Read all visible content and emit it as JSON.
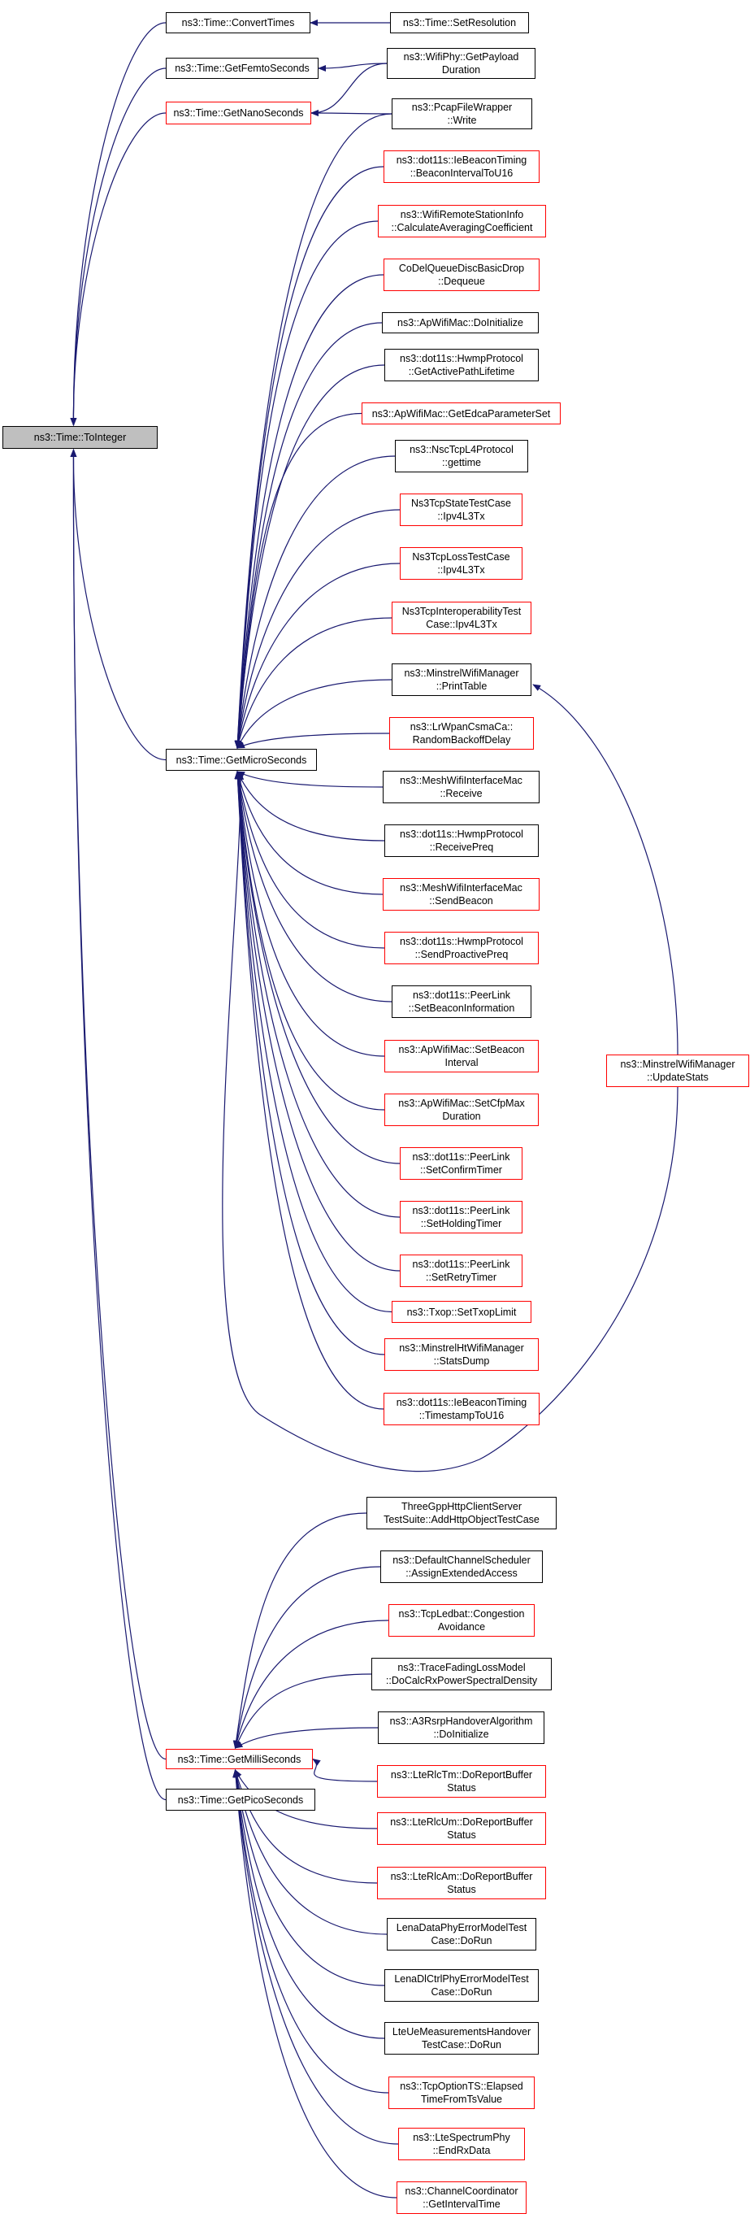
{
  "graph": {
    "edge_color": "#191970",
    "border_colors": {
      "documented": "#000000",
      "truncated": "#ff0000"
    },
    "focus_fill": "#bfbfbf",
    "nodes": [
      {
        "id": "tointeger",
        "lines": [
          "ns3::Time::ToInteger"
        ],
        "style": "focus"
      },
      {
        "id": "convert",
        "lines": [
          "ns3::Time::ConvertTimes"
        ],
        "style": "black"
      },
      {
        "id": "femto",
        "lines": [
          "ns3::Time::GetFemtoSeconds"
        ],
        "style": "black"
      },
      {
        "id": "nano",
        "lines": [
          "ns3::Time::GetNanoSeconds"
        ],
        "style": "red"
      },
      {
        "id": "micro",
        "lines": [
          "ns3::Time::GetMicroSeconds"
        ],
        "style": "black"
      },
      {
        "id": "milli",
        "lines": [
          "ns3::Time::GetMilliSeconds"
        ],
        "style": "red"
      },
      {
        "id": "pico",
        "lines": [
          "ns3::Time::GetPicoSeconds"
        ],
        "style": "black"
      },
      {
        "id": "setres",
        "lines": [
          "ns3::Time::SetResolution"
        ],
        "style": "black"
      },
      {
        "id": "wifiphy",
        "lines": [
          "ns3::WifiPhy::GetPayload",
          "Duration"
        ],
        "style": "black"
      },
      {
        "id": "pcap",
        "lines": [
          "ns3::PcapFileWrapper",
          "::Write"
        ],
        "style": "black"
      },
      {
        "id": "m1",
        "lines": [
          "ns3::dot11s::IeBeaconTiming",
          "::BeaconIntervalToU16"
        ],
        "style": "red"
      },
      {
        "id": "m2",
        "lines": [
          "ns3::WifiRemoteStationInfo",
          "::CalculateAveragingCoefficient"
        ],
        "style": "red"
      },
      {
        "id": "m3",
        "lines": [
          "CoDelQueueDiscBasicDrop",
          "::Dequeue"
        ],
        "style": "red"
      },
      {
        "id": "m4",
        "lines": [
          "ns3::ApWifiMac::DoInitialize"
        ],
        "style": "black"
      },
      {
        "id": "m5",
        "lines": [
          "ns3::dot11s::HwmpProtocol",
          "::GetActivePathLifetime"
        ],
        "style": "black"
      },
      {
        "id": "m6",
        "lines": [
          "ns3::ApWifiMac::GetEdcaParameterSet"
        ],
        "style": "red"
      },
      {
        "id": "m7",
        "lines": [
          "ns3::NscTcpL4Protocol",
          "::gettime"
        ],
        "style": "black"
      },
      {
        "id": "m8",
        "lines": [
          "Ns3TcpStateTestCase",
          "::Ipv4L3Tx"
        ],
        "style": "red"
      },
      {
        "id": "m9",
        "lines": [
          "Ns3TcpLossTestCase",
          "::Ipv4L3Tx"
        ],
        "style": "red"
      },
      {
        "id": "m10",
        "lines": [
          "Ns3TcpInteroperabilityTest",
          "Case::Ipv4L3Tx"
        ],
        "style": "red"
      },
      {
        "id": "m11",
        "lines": [
          "ns3::MinstrelWifiManager",
          "::PrintTable"
        ],
        "style": "black"
      },
      {
        "id": "m12",
        "lines": [
          "ns3::LrWpanCsmaCa::",
          "RandomBackoffDelay"
        ],
        "style": "red"
      },
      {
        "id": "m13",
        "lines": [
          "ns3::MeshWifiInterfaceMac",
          "::Receive"
        ],
        "style": "black"
      },
      {
        "id": "m14",
        "lines": [
          "ns3::dot11s::HwmpProtocol",
          "::ReceivePreq"
        ],
        "style": "black"
      },
      {
        "id": "m15",
        "lines": [
          "ns3::MeshWifiInterfaceMac",
          "::SendBeacon"
        ],
        "style": "red"
      },
      {
        "id": "m16",
        "lines": [
          "ns3::dot11s::HwmpProtocol",
          "::SendProactivePreq"
        ],
        "style": "red"
      },
      {
        "id": "m17",
        "lines": [
          "ns3::dot11s::PeerLink",
          "::SetBeaconInformation"
        ],
        "style": "black"
      },
      {
        "id": "m18",
        "lines": [
          "ns3::ApWifiMac::SetBeacon",
          "Interval"
        ],
        "style": "red"
      },
      {
        "id": "m19",
        "lines": [
          "ns3::ApWifiMac::SetCfpMax",
          "Duration"
        ],
        "style": "red"
      },
      {
        "id": "m20",
        "lines": [
          "ns3::dot11s::PeerLink",
          "::SetConfirmTimer"
        ],
        "style": "red"
      },
      {
        "id": "m21",
        "lines": [
          "ns3::dot11s::PeerLink",
          "::SetHoldingTimer"
        ],
        "style": "red"
      },
      {
        "id": "m22",
        "lines": [
          "ns3::dot11s::PeerLink",
          "::SetRetryTimer"
        ],
        "style": "red"
      },
      {
        "id": "m23",
        "lines": [
          "ns3::Txop::SetTxopLimit"
        ],
        "style": "red"
      },
      {
        "id": "m24",
        "lines": [
          "ns3::MinstrelHtWifiManager",
          "::StatsDump"
        ],
        "style": "red"
      },
      {
        "id": "m25",
        "lines": [
          "ns3::dot11s::IeBeaconTiming",
          "::TimestampToU16"
        ],
        "style": "red"
      },
      {
        "id": "update",
        "lines": [
          "ns3::MinstrelWifiManager",
          "::UpdateStats"
        ],
        "style": "red"
      },
      {
        "id": "l1",
        "lines": [
          "ThreeGppHttpClientServer",
          "TestSuite::AddHttpObjectTestCase"
        ],
        "style": "black"
      },
      {
        "id": "l2",
        "lines": [
          "ns3::DefaultChannelScheduler",
          "::AssignExtendedAccess"
        ],
        "style": "black"
      },
      {
        "id": "l3",
        "lines": [
          "ns3::TcpLedbat::Congestion",
          "Avoidance"
        ],
        "style": "red"
      },
      {
        "id": "l4",
        "lines": [
          "ns3::TraceFadingLossModel",
          "::DoCalcRxPowerSpectralDensity"
        ],
        "style": "black"
      },
      {
        "id": "l5",
        "lines": [
          "ns3::A3RsrpHandoverAlgorithm",
          "::DoInitialize"
        ],
        "style": "black"
      },
      {
        "id": "l6",
        "lines": [
          "ns3::LteRlcTm::DoReportBuffer",
          "Status"
        ],
        "style": "red"
      },
      {
        "id": "l7",
        "lines": [
          "ns3::LteRlcUm::DoReportBuffer",
          "Status"
        ],
        "style": "red"
      },
      {
        "id": "l8",
        "lines": [
          "ns3::LteRlcAm::DoReportBuffer",
          "Status"
        ],
        "style": "red"
      },
      {
        "id": "l9",
        "lines": [
          "LenaDataPhyErrorModelTest",
          "Case::DoRun"
        ],
        "style": "black"
      },
      {
        "id": "l10",
        "lines": [
          "LenaDlCtrlPhyErrorModelTest",
          "Case::DoRun"
        ],
        "style": "black"
      },
      {
        "id": "l11",
        "lines": [
          "LteUeMeasurementsHandover",
          "TestCase::DoRun"
        ],
        "style": "black"
      },
      {
        "id": "l12",
        "lines": [
          "ns3::TcpOptionTS::Elapsed",
          "TimeFromTsValue"
        ],
        "style": "red"
      },
      {
        "id": "l13",
        "lines": [
          "ns3::LteSpectrumPhy",
          "::EndRxData"
        ],
        "style": "red"
      },
      {
        "id": "l14",
        "lines": [
          "ns3::ChannelCoordinator",
          "::GetIntervalTime"
        ],
        "style": "red"
      }
    ],
    "edges": [
      [
        "convert",
        "tointeger"
      ],
      [
        "femto",
        "tointeger"
      ],
      [
        "nano",
        "tointeger"
      ],
      [
        "micro",
        "tointeger"
      ],
      [
        "milli",
        "tointeger"
      ],
      [
        "pico",
        "tointeger"
      ],
      [
        "setres",
        "convert"
      ],
      [
        "wifiphy",
        "femto"
      ],
      [
        "wifiphy",
        "nano"
      ],
      [
        "pcap",
        "nano"
      ],
      [
        "pcap",
        "micro"
      ],
      [
        "m1",
        "micro"
      ],
      [
        "m2",
        "micro"
      ],
      [
        "m3",
        "micro"
      ],
      [
        "m4",
        "micro"
      ],
      [
        "m5",
        "micro"
      ],
      [
        "m6",
        "micro"
      ],
      [
        "m7",
        "micro"
      ],
      [
        "m8",
        "micro"
      ],
      [
        "m9",
        "micro"
      ],
      [
        "m10",
        "micro"
      ],
      [
        "m11",
        "micro"
      ],
      [
        "m12",
        "micro"
      ],
      [
        "m13",
        "micro"
      ],
      [
        "m14",
        "micro"
      ],
      [
        "m15",
        "micro"
      ],
      [
        "m16",
        "micro"
      ],
      [
        "m17",
        "micro"
      ],
      [
        "m18",
        "micro"
      ],
      [
        "m19",
        "micro"
      ],
      [
        "m20",
        "micro"
      ],
      [
        "m21",
        "micro"
      ],
      [
        "m22",
        "micro"
      ],
      [
        "m23",
        "micro"
      ],
      [
        "m24",
        "micro"
      ],
      [
        "m25",
        "micro"
      ],
      [
        "update",
        "micro"
      ],
      [
        "update",
        "m11"
      ],
      [
        "l1",
        "milli"
      ],
      [
        "l2",
        "milli"
      ],
      [
        "l3",
        "milli"
      ],
      [
        "l4",
        "milli"
      ],
      [
        "l5",
        "milli"
      ],
      [
        "l6",
        "milli"
      ],
      [
        "l7",
        "milli"
      ],
      [
        "l8",
        "milli"
      ],
      [
        "l9",
        "milli"
      ],
      [
        "l10",
        "milli"
      ],
      [
        "l11",
        "milli"
      ],
      [
        "l12",
        "milli"
      ],
      [
        "l13",
        "milli"
      ],
      [
        "l14",
        "milli"
      ]
    ]
  }
}
